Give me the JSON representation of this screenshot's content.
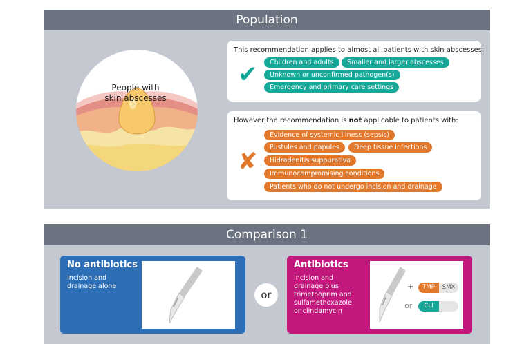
{
  "population": {
    "title": "Population",
    "circle_label_line1": "People with",
    "circle_label_line2": "skin abscesses",
    "applies_intro": "This recommendation applies to almost all patients with skin abscesses:",
    "applies_items": [
      "Children and adults",
      "Smaller and larger abscesses",
      "Unknown or unconfirmed pathogen(s)",
      "Emergency and primary care settings"
    ],
    "not_intro_before": "However the recommendation is ",
    "not_intro_bold": "not",
    "not_intro_after": " applicable to patients with:",
    "not_items": [
      "Evidence of systemic illness (sepsis)",
      "Pustules and papules",
      "Deep tissue infections",
      "Hidradenitis suppurativa",
      "Immunocompromising conditions",
      "Patients who do not undergo incision and drainage"
    ],
    "check_icon": "✔",
    "cross_icon": "✘"
  },
  "comparison": {
    "title": "Comparison 1",
    "or_label": "or",
    "no_antibiotics": {
      "title": "No antibiotics",
      "desc_line1": "Incision and",
      "desc_line2": "drainage  alone"
    },
    "antibiotics": {
      "title": "Antibiotics",
      "desc_lines": [
        "Incision and",
        "drainage plus",
        "trimethoprim and",
        "sulfamethoxazole",
        "or clindamycin"
      ],
      "plus_label": "+",
      "or_label": "or",
      "tmp_label": "TMP",
      "smx_label": "SMX",
      "cli_label": "CLI"
    }
  },
  "colors": {
    "teal": "#16a99a",
    "orange": "#e2782c",
    "blue": "#2d6fb6",
    "magenta": "#c2187e",
    "header_gray": "#6b7280",
    "panel_gray": "#c4c9d1"
  }
}
